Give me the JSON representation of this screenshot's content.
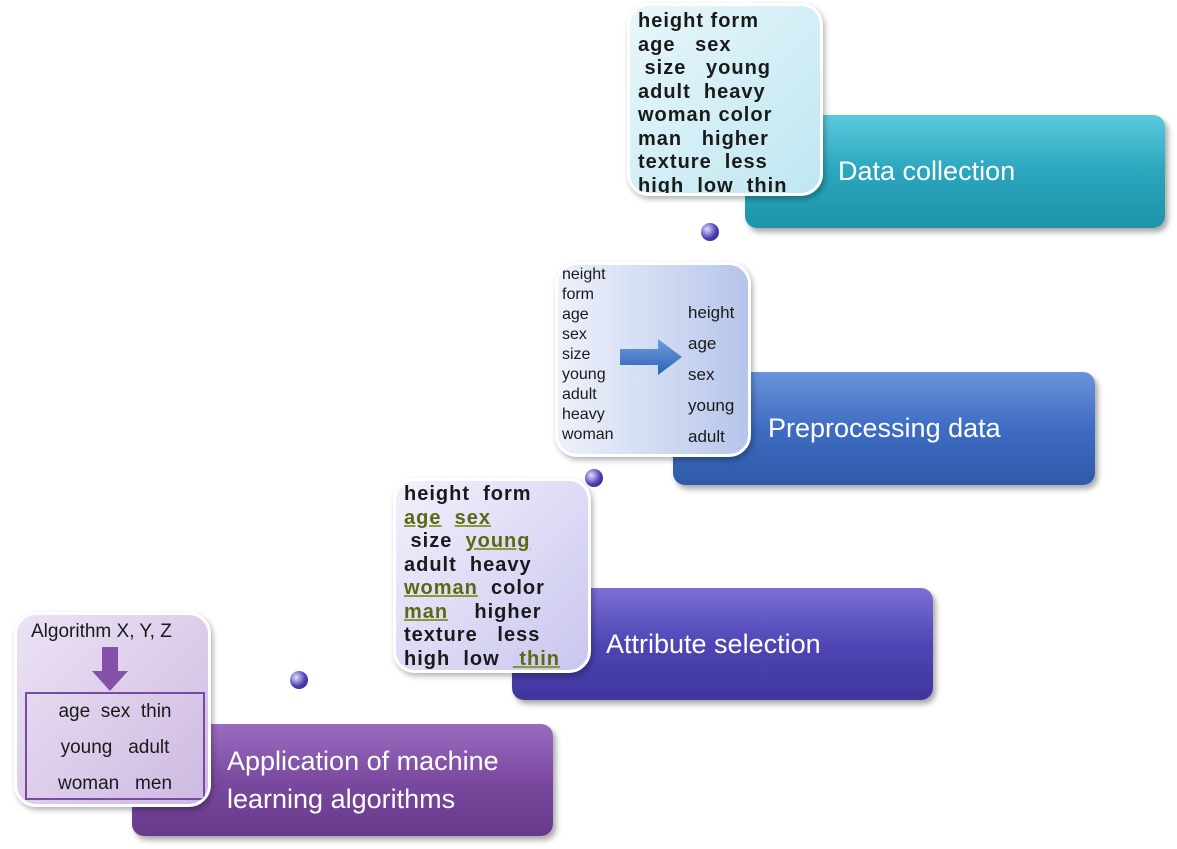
{
  "steps": [
    {
      "label": "Data collection",
      "color": "#2aa6bd"
    },
    {
      "label": "Preprocessing data",
      "color": "#3e6cc2"
    },
    {
      "label": "Attribute selection",
      "color": "#4f45b5"
    },
    {
      "label": "Application of machine learning algorithms",
      "color": "#7b4aa0"
    }
  ],
  "collection_words": [
    "height form",
    "age   sex",
    " size   young",
    "adult  heavy",
    "woman color",
    "man   higher",
    "texture  less",
    "high  low  thin"
  ],
  "preprocessing": {
    "before": [
      "height",
      "form",
      "age",
      "sex",
      "size",
      "young",
      "adult",
      "heavy",
      "woman"
    ],
    "after": [
      "height",
      "age",
      "sex",
      "young",
      "adult"
    ],
    "arrow_icon": "right-arrow"
  },
  "selection_lines": [
    [
      {
        "t": "height",
        "hl": false
      },
      {
        "t": "form",
        "hl": false
      }
    ],
    [
      {
        "t": "age",
        "hl": true
      },
      {
        "t": "sex",
        "hl": true
      }
    ],
    [
      {
        "t": " size",
        "hl": false
      },
      {
        "t": "young",
        "hl": true
      }
    ],
    [
      {
        "t": "adult",
        "hl": false
      },
      {
        "t": "heavy",
        "hl": false
      }
    ],
    [
      {
        "t": "woman",
        "hl": true
      },
      {
        "t": "color",
        "hl": false
      }
    ],
    [
      {
        "t": "man",
        "hl": true
      },
      {
        "t": "  higher",
        "hl": false
      }
    ],
    [
      {
        "t": "texture",
        "hl": false
      },
      {
        "t": " less",
        "hl": false
      }
    ],
    [
      {
        "t": "high",
        "hl": false
      },
      {
        "t": "low",
        "hl": false
      },
      {
        "t": " thin",
        "hl": true
      }
    ]
  ],
  "highlight_color": "#5a6a12",
  "algorithm": {
    "title": "Algorithm X, Y, Z",
    "arrow_icon": "down-arrow",
    "results": [
      "age  sex  thin",
      "young   adult",
      "woman   men"
    ]
  }
}
